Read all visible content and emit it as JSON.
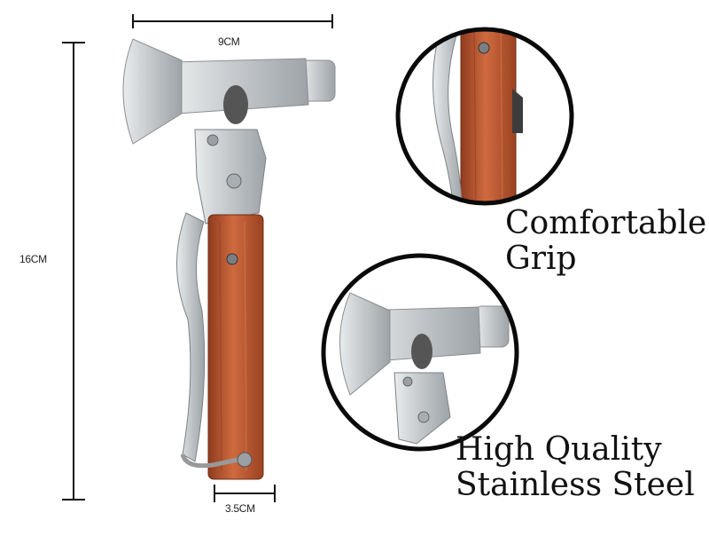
{
  "dimensions": {
    "width_label": "9CM",
    "height_label": "16CM",
    "handle_label": "3.5CM"
  },
  "captions": {
    "grip": [
      "Comfortable",
      "Grip"
    ],
    "steel": [
      "High Quality",
      "Stainless Steel"
    ]
  },
  "colors": {
    "steel": "#c9ccce",
    "wood": "#b5532f",
    "circle_border": "#0a0a0a"
  }
}
